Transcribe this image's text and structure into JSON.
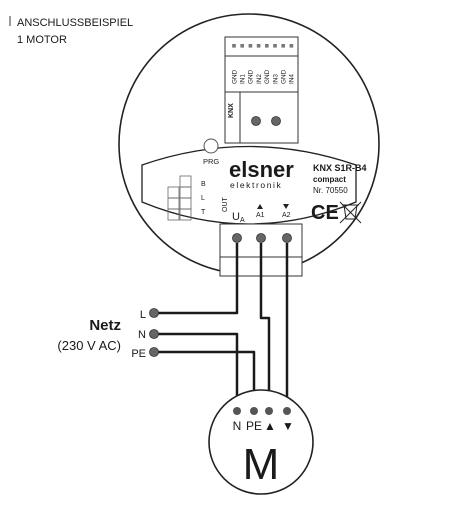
{
  "header": {
    "line1": "ANSCHLUSSBEISPIEL",
    "line2": "1 MOTOR"
  },
  "device": {
    "brand": "elsner",
    "brand_sub": "elektronik",
    "model": "KNX S1R-B4",
    "variant": "compact",
    "article_no": "Nr. 70550",
    "prg_label": "PRG",
    "knx_label": "KNX",
    "input_labels": [
      "GND",
      "IN1",
      "GND",
      "IN2",
      "GND",
      "IN3",
      "GND",
      "IN4"
    ],
    "led_labels": [
      "B",
      "L",
      "T"
    ],
    "out_label": "OUT",
    "out_terminals": [
      "UA",
      "A1",
      "A2"
    ],
    "ce_mark": "CE"
  },
  "supply": {
    "title": "Netz",
    "voltage": "(230 V AC)",
    "terminals": [
      "L",
      "N",
      "PE"
    ]
  },
  "motor": {
    "symbol": "M",
    "terminals": [
      "N",
      "PE",
      "▲",
      "▼"
    ]
  }
}
